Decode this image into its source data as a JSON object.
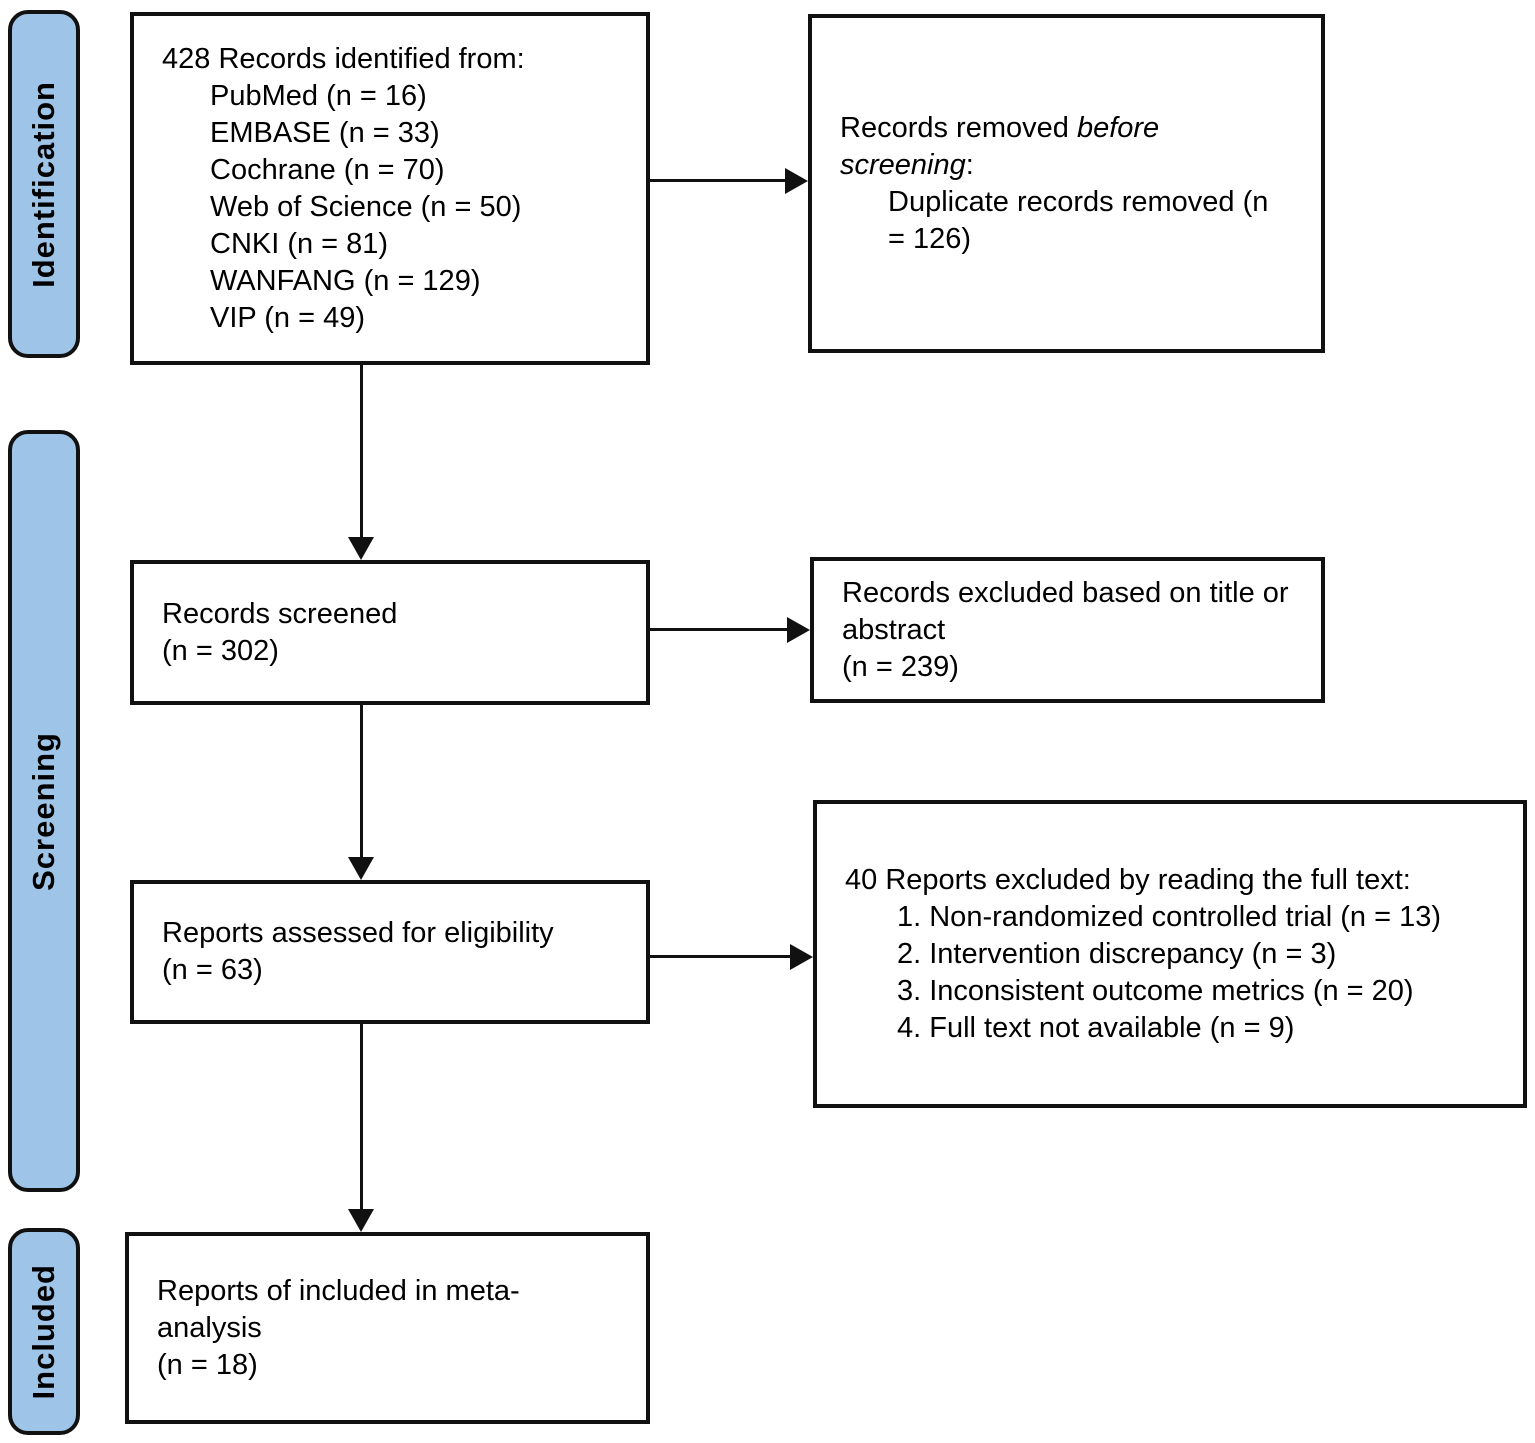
{
  "stages": {
    "identification": "Identification",
    "screening": "Screening",
    "included": "Included"
  },
  "boxes": {
    "identified": {
      "title": "428 Records identified from:",
      "sources": [
        "PubMed (n = 16)",
        "EMBASE (n = 33)",
        "Cochrane (n = 70)",
        "Web of Science (n = 50)",
        "CNKI (n = 81)",
        "WANFANG (n = 129)",
        "VIP (n = 49)"
      ]
    },
    "removed": {
      "prefix": "Records removed ",
      "italic": "before screening",
      "suffix": ":",
      "detail": "Duplicate records removed (n = 126)"
    },
    "screened": {
      "title": "Records screened",
      "count": "(n = 302)"
    },
    "excluded": {
      "title": "Records excluded based on title or abstract",
      "count": "(n = 239)"
    },
    "assessed": {
      "title": "Reports assessed for eligibility",
      "count": "(n = 63)"
    },
    "fulltext": {
      "title": "40 Reports excluded by reading the full text:",
      "reasons": [
        "1. Non-randomized controlled trial (n = 13)",
        "2. Intervention discrepancy (n = 3)",
        "3. Inconsistent outcome metrics (n = 20)",
        "4. Full text not available (n = 9)"
      ]
    },
    "included": {
      "title": "Reports of included in meta-analysis",
      "count": "(n = 18)"
    }
  },
  "colors": {
    "stage_fill": "#9EC4E8",
    "border": "#111111",
    "background": "#FFFFFF"
  }
}
